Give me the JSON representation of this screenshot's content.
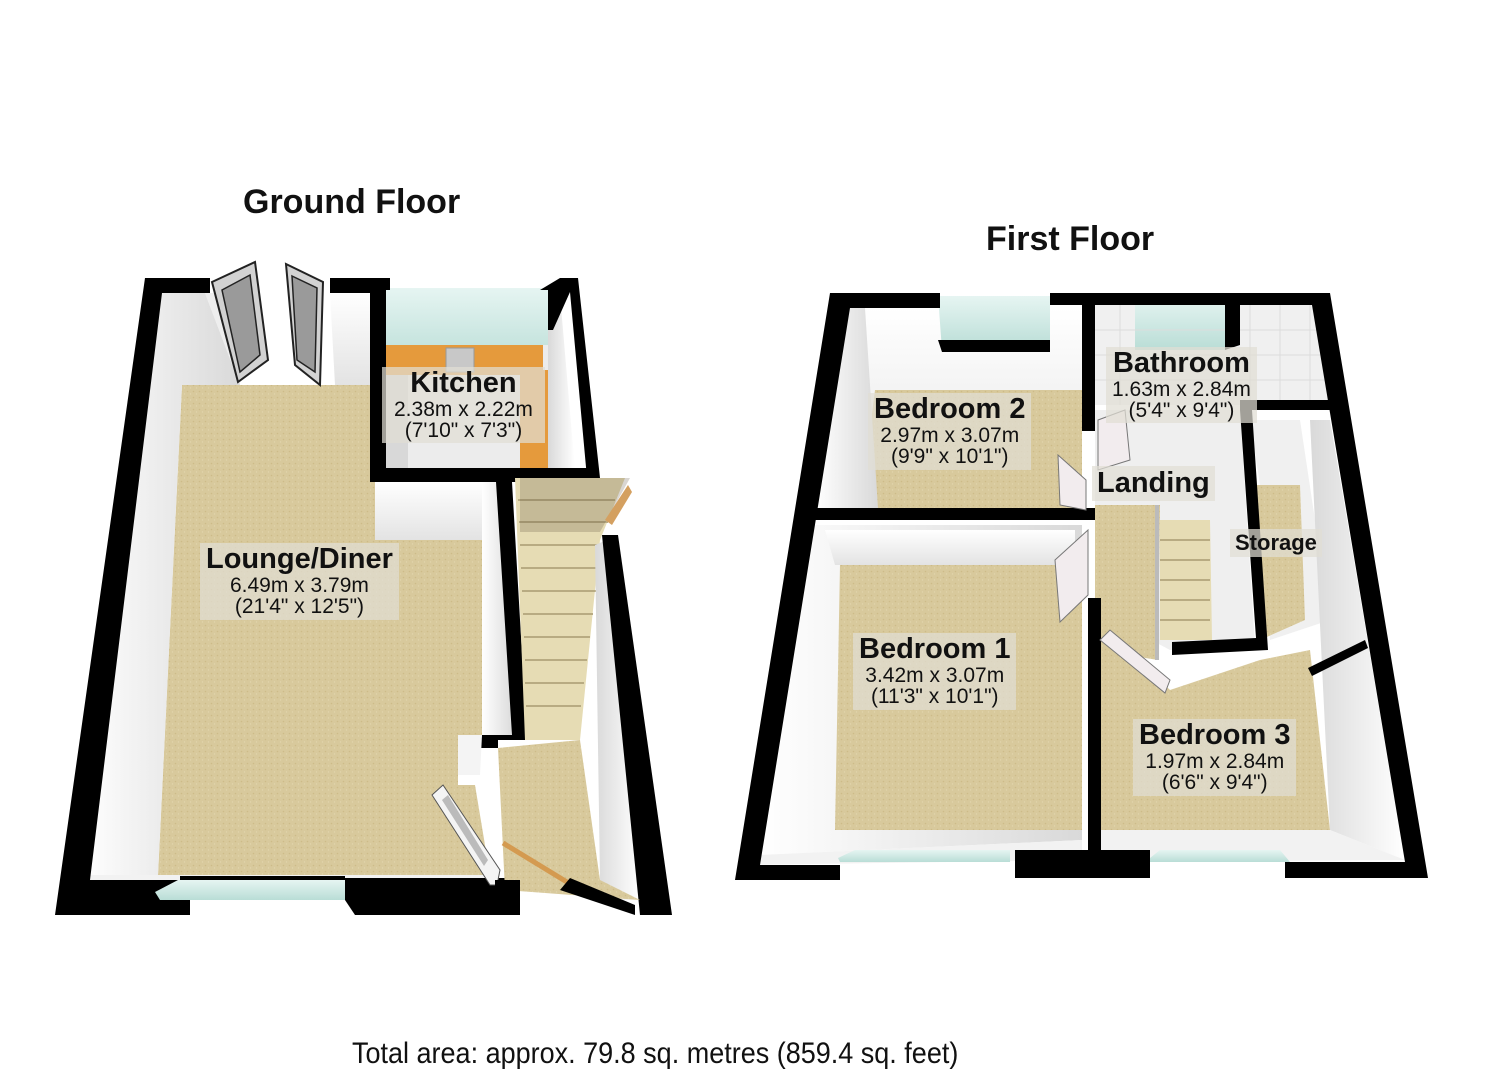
{
  "floors": [
    {
      "title": "Ground Floor",
      "rooms": [
        {
          "name": "Kitchen",
          "metric": "2.38m x 2.22m",
          "imperial": "(7'10\" x 7'3\")"
        },
        {
          "name": "Lounge/Diner",
          "metric": "6.49m x 3.79m",
          "imperial": "(21'4\" x 12'5\")"
        }
      ]
    },
    {
      "title": "First Floor",
      "rooms": [
        {
          "name": "Bathroom",
          "metric": "1.63m x 2.84m",
          "imperial": "(5'4\" x 9'4\")"
        },
        {
          "name": "Bedroom 2",
          "metric": "2.97m x 3.07m",
          "imperial": "(9'9\" x 10'1\")"
        },
        {
          "name": "Landing"
        },
        {
          "name": "Storage"
        },
        {
          "name": "Bedroom 1",
          "metric": "3.42m x 3.07m",
          "imperial": "(11'3\" x 10'1\")"
        },
        {
          "name": "Bedroom 3",
          "metric": "1.97m x 2.84m",
          "imperial": "(6'6\" x 9'4\")"
        }
      ]
    }
  ],
  "total_area": "Total area: approx. 79.8 sq. metres (859.4 sq. feet)",
  "colors": {
    "wall": "#000000",
    "carpet": "#d8c89a",
    "inner_wall": "#f4f4f4",
    "window_glass": "#cfe9e4",
    "kitchen_worktop": "#e59a3c",
    "stairs": "#e6dcb4",
    "label_bg": "#e1ded4"
  }
}
